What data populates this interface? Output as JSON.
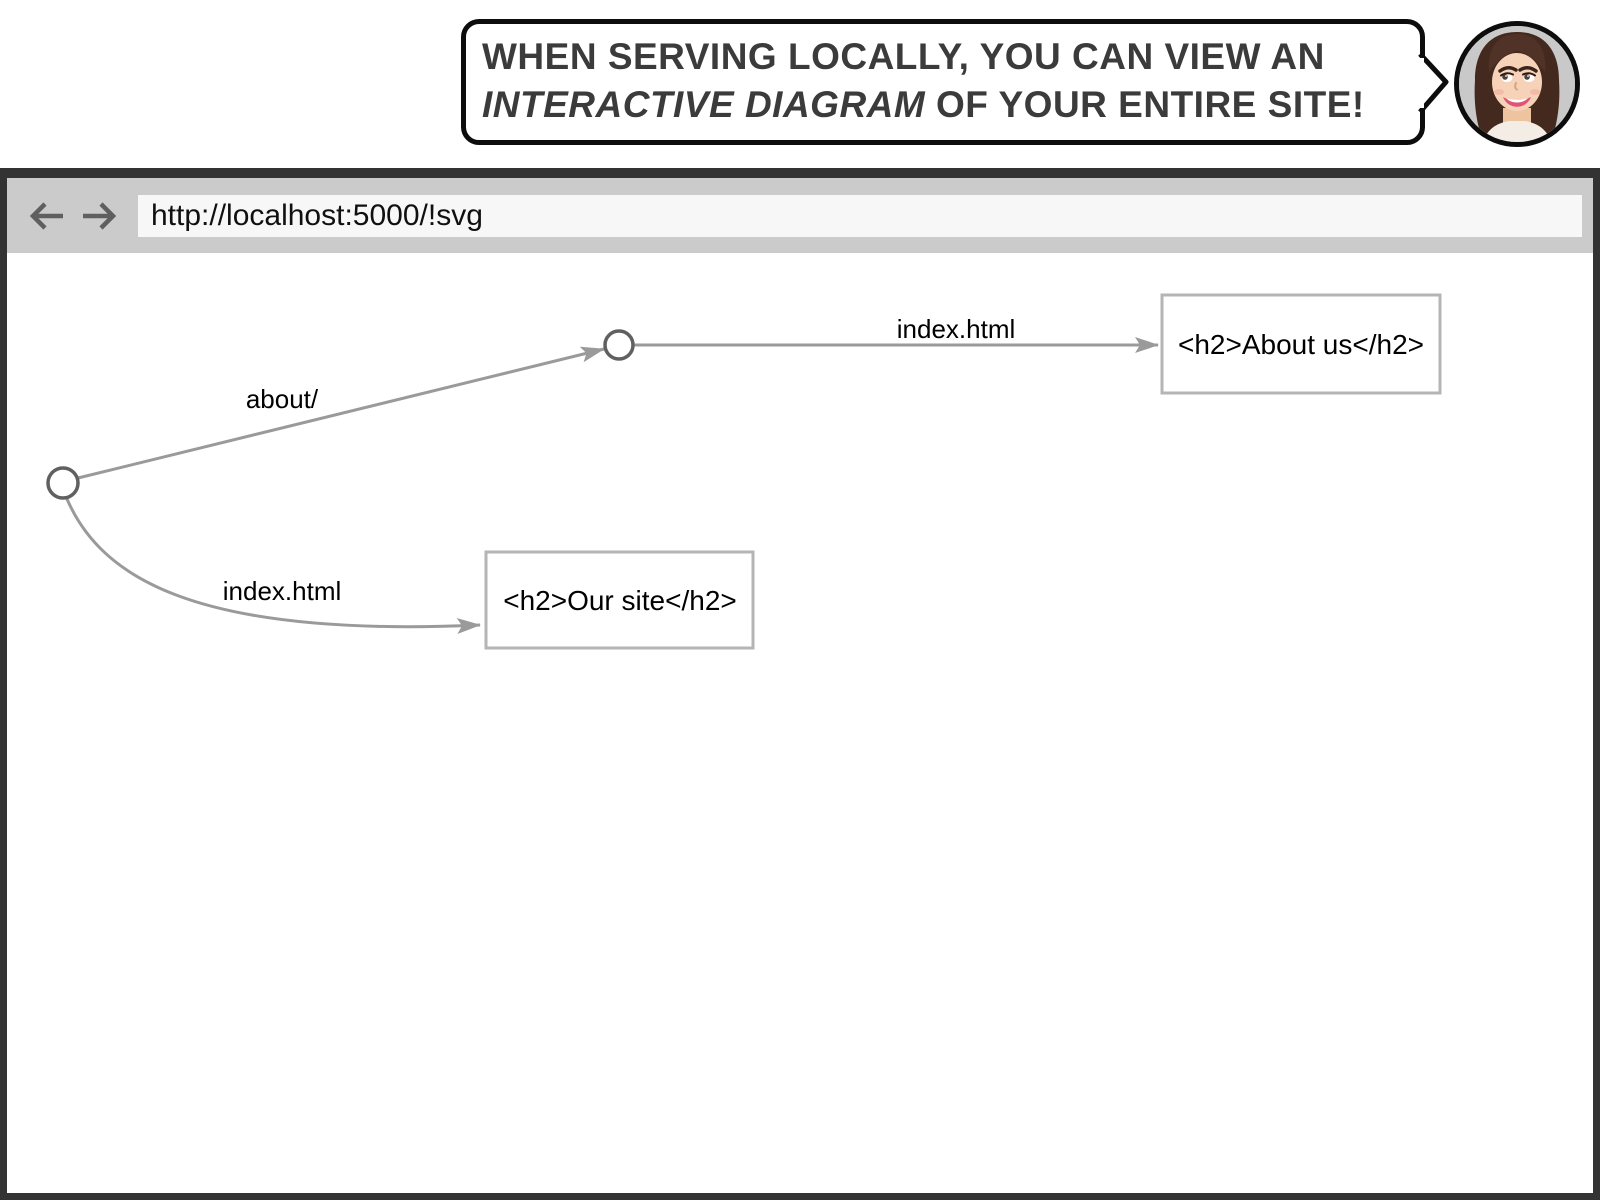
{
  "speech_bubble": {
    "line1": "WHEN SERVING LOCALLY, YOU CAN VIEW AN",
    "line2_emphasis": "INTERACTIVE DIAGRAM",
    "line2_rest": "OF YOUR ENTIRE SITE!"
  },
  "browser": {
    "url": "http://localhost:5000/!svg"
  },
  "diagram": {
    "edges": [
      {
        "label": "about/"
      },
      {
        "label": "index.html"
      },
      {
        "label": "index.html"
      }
    ],
    "pages": [
      {
        "content": "<h2>About us</h2>"
      },
      {
        "content": "<h2>Our site</h2>"
      }
    ]
  },
  "colors": {
    "window_border": "#333333",
    "toolbar_bg": "#cbcbcb",
    "address_bar_bg": "#f7f7f7",
    "bubble_border": "#0d0d0d",
    "edge_line": "#9a9a9a",
    "node_stroke": "#606060",
    "page_box_border": "#b5b5b5",
    "avatar_bg": "#c9c9c9"
  }
}
